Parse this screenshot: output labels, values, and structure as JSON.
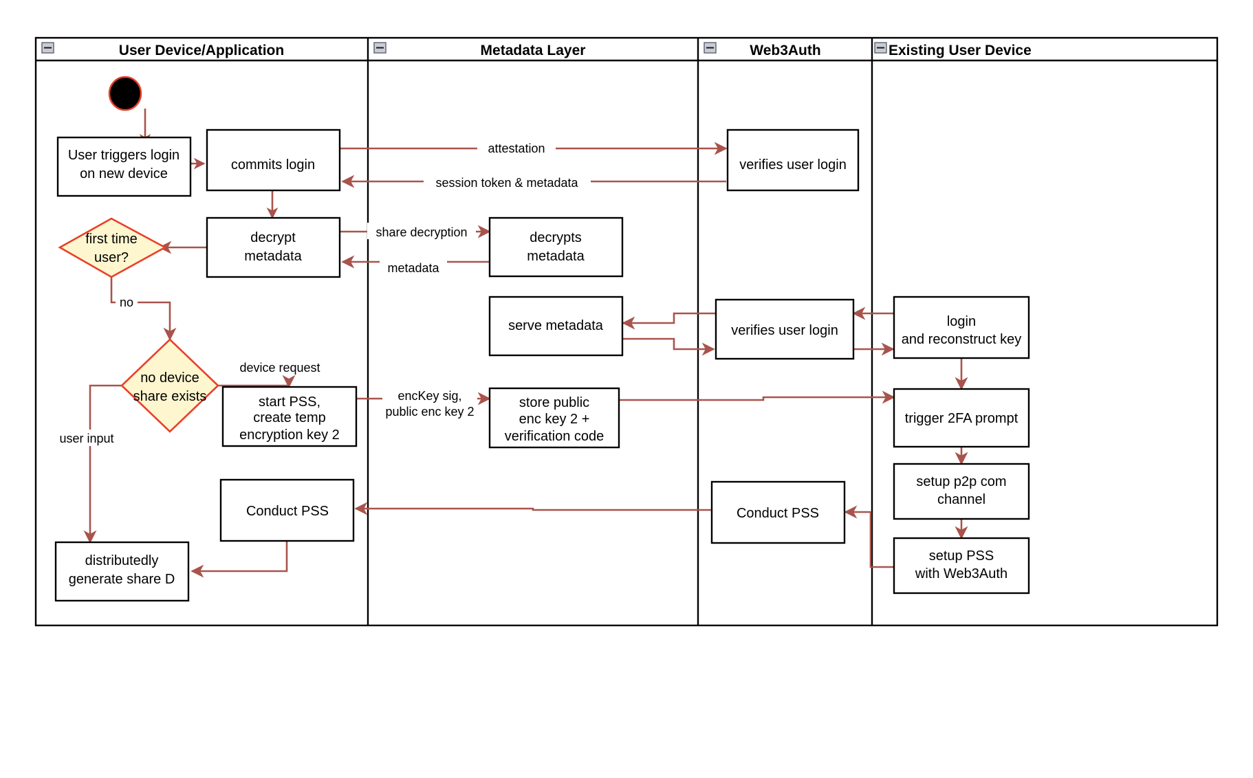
{
  "diagram": {
    "title": "Web3Auth new-device login activity diagram",
    "type": "swimlane-activity-diagram",
    "colors": {
      "flow_arrow": "#a8544c",
      "decision_fill": "#fdf6cf",
      "decision_stroke": "#e8402a",
      "node_stroke": "#000000",
      "node_fill": "#ffffff",
      "start_node": "#000000",
      "start_node_ring": "#e8402a"
    },
    "lanes": [
      {
        "id": "lane-user-device",
        "label": "User Device/Application",
        "collapse_icon": "minus-icon"
      },
      {
        "id": "lane-metadata",
        "label": "Metadata Layer",
        "collapse_icon": "minus-icon"
      },
      {
        "id": "lane-web3auth",
        "label": "Web3Auth",
        "collapse_icon": "minus-icon"
      },
      {
        "id": "lane-existing-device",
        "label": "Existing User Device",
        "collapse_icon": "minus-icon"
      }
    ],
    "nodes": [
      {
        "id": "start",
        "lane": "lane-user-device",
        "shape": "start-circle",
        "label": ""
      },
      {
        "id": "user-triggers-login",
        "lane": "lane-user-device",
        "shape": "rect",
        "label": "User triggers login\non new device",
        "lines": [
          "User triggers login",
          "on new device"
        ]
      },
      {
        "id": "commits-login",
        "lane": "lane-user-device",
        "shape": "rect",
        "label": "commits login",
        "lines": [
          "commits login"
        ]
      },
      {
        "id": "first-time-user",
        "lane": "lane-user-device",
        "shape": "diamond",
        "label": "first time user?",
        "lines": [
          "first time",
          "user?"
        ]
      },
      {
        "id": "decrypt-metadata",
        "lane": "lane-user-device",
        "shape": "rect",
        "label": "decrypt metadata",
        "lines": [
          "decrypt",
          "metadata"
        ]
      },
      {
        "id": "no-device-share-exists",
        "lane": "lane-user-device",
        "shape": "diamond",
        "label": "no device share exists",
        "lines": [
          "no device",
          "share exists"
        ]
      },
      {
        "id": "start-pss",
        "lane": "lane-user-device",
        "shape": "rect",
        "label": "start PSS, create temp encryption key 2",
        "lines": [
          "start PSS,",
          "create temp",
          "encryption key 2"
        ]
      },
      {
        "id": "conduct-pss-user",
        "lane": "lane-user-device",
        "shape": "rect",
        "label": "Conduct PSS",
        "lines": [
          "Conduct PSS"
        ]
      },
      {
        "id": "distributedly-generate-share-d",
        "lane": "lane-user-device",
        "shape": "rect",
        "label": "distributedly generate share D",
        "lines": [
          "distributedly",
          "generate share D"
        ]
      },
      {
        "id": "decrypts-metadata",
        "lane": "lane-metadata",
        "shape": "rect",
        "label": "decrypts metadata",
        "lines": [
          "decrypts",
          "metadata"
        ]
      },
      {
        "id": "serve-metadata",
        "lane": "lane-metadata",
        "shape": "rect",
        "label": "serve metadata",
        "lines": [
          "serve metadata"
        ]
      },
      {
        "id": "store-public-enc-key",
        "lane": "lane-metadata",
        "shape": "rect",
        "label": "store public enc key 2 + verification code",
        "lines": [
          "store public",
          "enc key 2 +",
          "verification code"
        ]
      },
      {
        "id": "verifies-user-login-1",
        "lane": "lane-web3auth",
        "shape": "rect",
        "label": "verifies user login",
        "lines": [
          "verifies user login"
        ]
      },
      {
        "id": "verifies-user-login-2",
        "lane": "lane-web3auth",
        "shape": "rect",
        "label": "verifies user login",
        "lines": [
          "verifies user login"
        ]
      },
      {
        "id": "conduct-pss-web3auth",
        "lane": "lane-web3auth",
        "shape": "rect",
        "label": "Conduct PSS",
        "lines": [
          "Conduct PSS"
        ]
      },
      {
        "id": "login-and-reconstruct-key",
        "lane": "lane-existing-device",
        "shape": "rect",
        "label": "login and reconstruct key",
        "lines": [
          "login",
          "and reconstruct key"
        ]
      },
      {
        "id": "trigger-2fa-prompt",
        "lane": "lane-existing-device",
        "shape": "rect",
        "label": "trigger 2FA prompt",
        "lines": [
          "trigger 2FA prompt"
        ]
      },
      {
        "id": "setup-p2p-com-channel",
        "lane": "lane-existing-device",
        "shape": "rect",
        "label": "setup p2p com channel",
        "lines": [
          "setup p2p com",
          "channel"
        ]
      },
      {
        "id": "setup-pss-with-web3auth",
        "lane": "lane-existing-device",
        "shape": "rect",
        "label": "setup PSS with Web3Auth",
        "lines": [
          "setup PSS",
          "with Web3Auth"
        ]
      }
    ],
    "edge_labels": [
      {
        "id": "edge-attestation",
        "text": "attestation",
        "from": "commits-login",
        "to": "verifies-user-login-1"
      },
      {
        "id": "edge-session-token",
        "text": "session token & metadata",
        "from": "verifies-user-login-1",
        "to": "commits-login"
      },
      {
        "id": "edge-share-decryption",
        "text": "share decryption",
        "from": "decrypt-metadata",
        "to": "decrypts-metadata"
      },
      {
        "id": "edge-metadata",
        "text": "metadata",
        "from": "decrypts-metadata",
        "to": "decrypt-metadata"
      },
      {
        "id": "edge-no",
        "text": "no",
        "from": "first-time-user",
        "to": "no-device-share-exists"
      },
      {
        "id": "edge-device-request",
        "text": "device request",
        "from": "no-device-share-exists",
        "to": "start-pss"
      },
      {
        "id": "edge-user-input",
        "text": "user input",
        "from": "no-device-share-exists",
        "to": "distributedly-generate-share-d"
      },
      {
        "id": "edge-enckey-sig",
        "text": "encKey sig,\npublic enc key 2",
        "lines": [
          "encKey sig,",
          "public enc key 2"
        ],
        "from": "start-pss",
        "to": "store-public-enc-key"
      }
    ]
  }
}
